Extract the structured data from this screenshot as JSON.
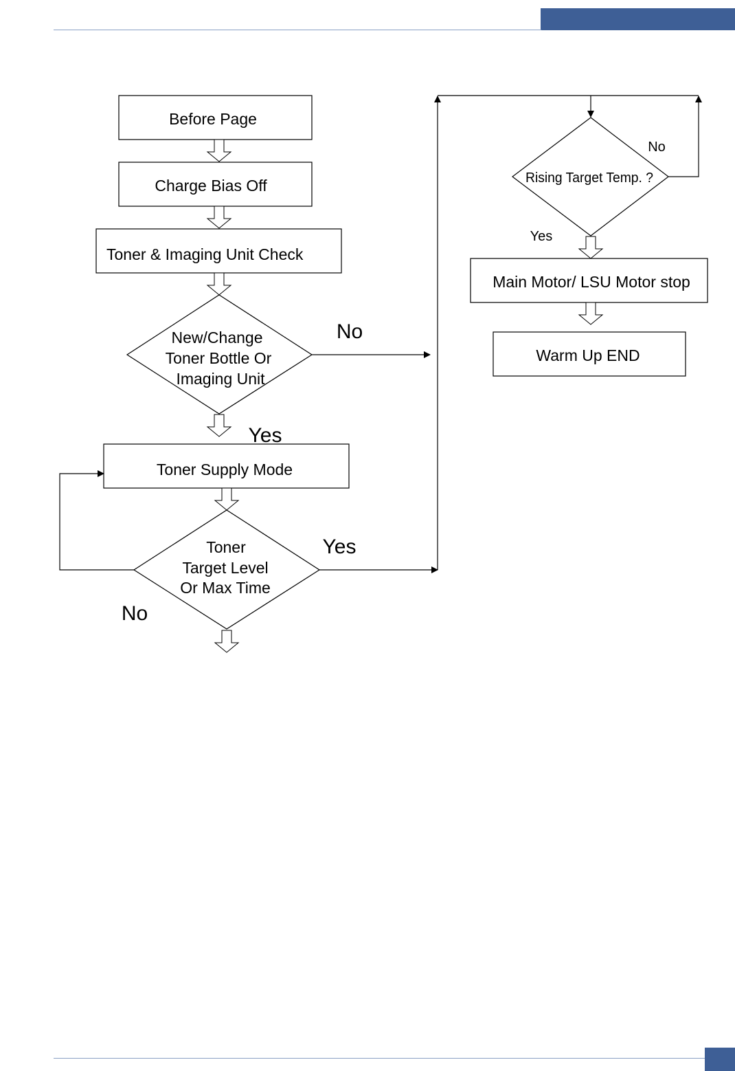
{
  "colors": {
    "accent": "#3e5f96",
    "rule": "#8aa0c4",
    "stroke": "#000000"
  },
  "nodes": {
    "before_page": "Before Page",
    "charge_bias_off": "Charge  Bias Off",
    "toner_imaging_check": "Toner  & Imaging Unit Check",
    "new_change_decision": [
      "New/Change",
      "Toner Bottle Or",
      "Imaging Unit"
    ],
    "toner_supply_mode": "Toner  Supply Mode",
    "toner_target_decision": [
      "Toner",
      "Target Level",
      "Or Max Time"
    ],
    "rising_target_temp": "Rising Target Temp. ?",
    "main_motor_stop": "Main Motor/ LSU Motor stop",
    "warm_up_end": "Warm Up END"
  },
  "labels": {
    "new_change_no": "No",
    "new_change_yes": "Yes",
    "toner_target_yes": "Yes",
    "toner_target_no": "No",
    "rising_temp_no": "No",
    "rising_temp_yes": "Yes"
  }
}
